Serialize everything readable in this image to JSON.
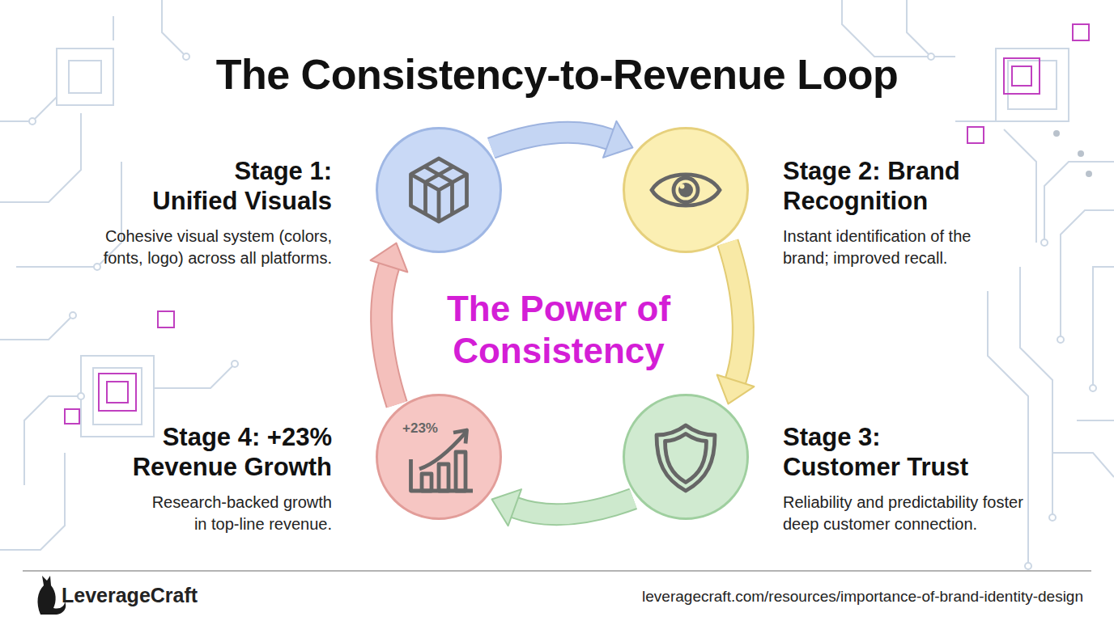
{
  "diagram": {
    "title": "The Consistency-to-Revenue Loop",
    "nodes": [
      {
        "text": [
          "Stage 1: Unified Visuals",
          "Cohesive visual system (colors, fonts, logo) across all platforms."
        ]
      },
      {
        "text": [
          "Stage 2: Brand Recognition",
          "Instant identification of the brand; improved recall."
        ]
      },
      {
        "text": [
          "Stage 3: Customer Trust",
          "Reliability and predictability foster deep customer connection."
        ]
      },
      {
        "text": [
          "Stage 4: +23% Revenue Growth",
          "Research-backed growth in top-line revenue.",
          "+23%"
        ]
      }
    ],
    "edges": [
      {
        "from": 0,
        "to": 1,
        "arrow": "to"
      },
      {
        "from": 1,
        "to": 2,
        "arrow": "to"
      },
      {
        "from": 2,
        "to": 3,
        "arrow": "to"
      },
      {
        "from": 3,
        "to": 0,
        "arrow": "to"
      }
    ],
    "labels": [
      "The Power of Consistency",
      "LeverageCraft",
      "leveragecraft.com/resources/importance-of-brand-identity-design"
    ]
  }
}
